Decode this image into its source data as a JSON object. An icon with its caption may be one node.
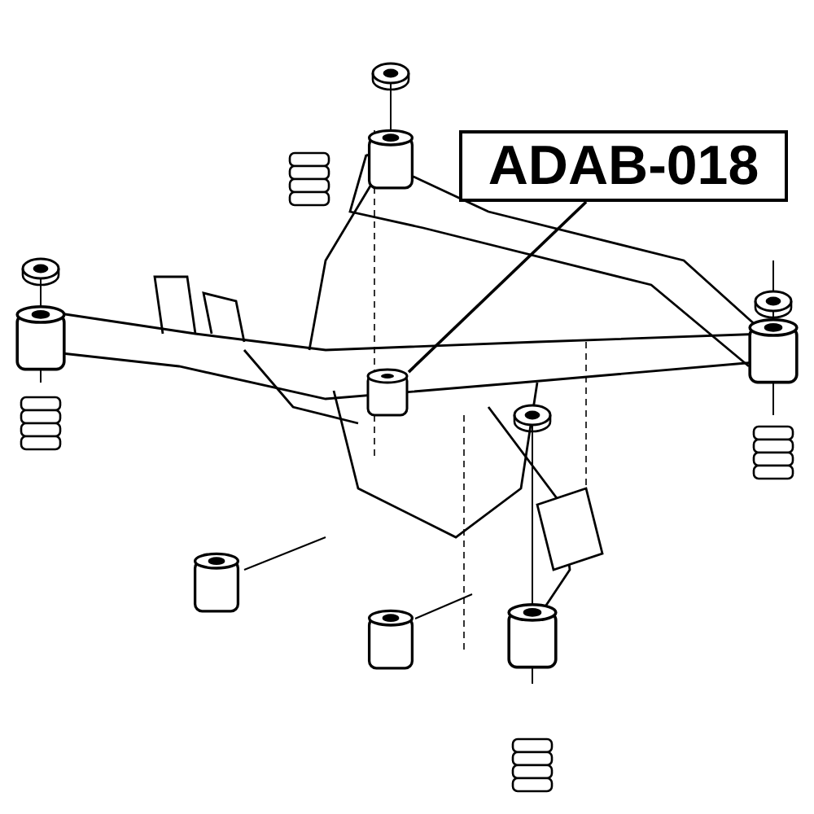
{
  "diagram": {
    "nodes": [
      {
        "text": [
          "ADAB-018"
        ]
      },
      {
        "text": [],
        "shape": "picture"
      }
    ],
    "edges": [
      {
        "from": 0,
        "to": 1,
        "arrow": "none"
      }
    ]
  }
}
